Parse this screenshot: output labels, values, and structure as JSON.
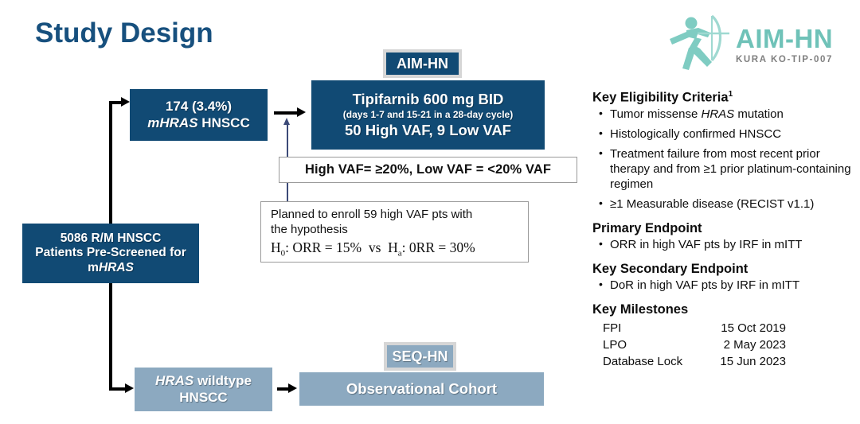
{
  "title": "Study Design",
  "logo": {
    "icon": "archer-bow-icon",
    "name": "AIM-HN",
    "subtitle": "KURA KO-TIP-007",
    "accent_color": "#6FC2B8",
    "subtitle_color": "#7F7F7F"
  },
  "colors": {
    "navy": "#114A74",
    "steel_blue": "#8CA9C0",
    "title_blue": "#17507E",
    "badge_border": "#D6D6D6",
    "connector_black": "#000000",
    "connector_blue": "#3C4A78"
  },
  "flow": {
    "badge_aimhn": "AIM-HN",
    "badge_seqhn": "SEQ-HN",
    "box_mhras": {
      "line1": "174 (3.4%)",
      "line2_italic": "mHRAS",
      "line2_rest": " HNSCC"
    },
    "box_tipifarnib": {
      "line1": "Tipifarnib 600 mg BID",
      "line2": "(days 1-7 and 15-21 in a 28-day cycle)",
      "line3": "50 High VAF, 9 Low VAF"
    },
    "box_prescreen": {
      "line1": "5086 R/M HNSCC",
      "line2": "Patients Pre-Screened for",
      "line3_prefix": "m",
      "line3_italic": "HRAS"
    },
    "box_wildtype": {
      "line1_italic": "HRAS",
      "line1_rest": " wildtype",
      "line2": "HNSCC"
    },
    "box_observational": "Observational Cohort",
    "callout_vaf": "High VAF= ≥20%, Low VAF = <20% VAF",
    "callout_hypothesis": {
      "line1": "Planned to enroll 59 high VAF pts with",
      "line2": "the hypothesis",
      "math_h0_base": "H",
      "math_h0_sub": "0",
      "math_h0_rest": ": ORR = 15%",
      "math_vs": "vs",
      "math_ha_base": "H",
      "math_ha_sub": "a",
      "math_ha_rest": ": 0RR = 30%"
    }
  },
  "info": {
    "eligibility_heading": "Key Eligibility Criteria",
    "eligibility_sup": "1",
    "eligibility_items": [
      "Tumor missense HRAS mutation",
      "Histologically confirmed HNSCC",
      "Treatment failure from most recent prior therapy and from ≥1 prior platinum-containing regimen",
      "≥1 Measurable disease (RECIST v1.1)"
    ],
    "primary_heading": "Primary  Endpoint",
    "primary_items": [
      "ORR in high VAF pts by IRF in mITT"
    ],
    "secondary_heading": "Key Secondary Endpoint",
    "secondary_items": [
      "DoR in high VAF pts by IRF in mITT"
    ],
    "milestones_heading": "Key Milestones",
    "milestones": [
      {
        "label": "FPI",
        "date": "15 Oct 2019"
      },
      {
        "label": "LPO",
        "date": "2 May 2023"
      },
      {
        "label": "Database Lock",
        "date": "15 Jun 2023"
      }
    ]
  }
}
